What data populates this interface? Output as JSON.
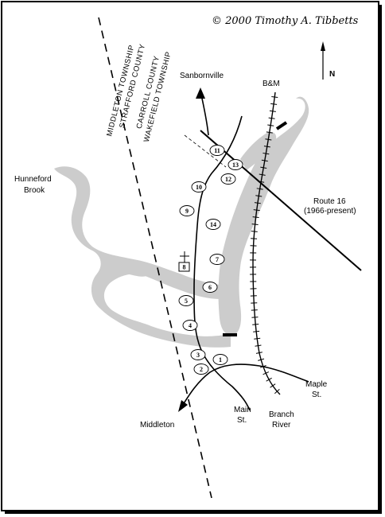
{
  "copyright": "© 2000 Timothy A. Tibbetts",
  "north_label": "N",
  "county_lines": {
    "left_line_1": "MIDDLETON TOWNSHIP",
    "left_line_2": "STRAFFORD COUNTY",
    "right_line_1": "CARROLL COUNTY",
    "right_line_2": "WAKEFIELD TOWNSHIP"
  },
  "places": {
    "sanbornville": "Sanbornville",
    "railroad": "B&M",
    "hunneford_1": "Hunneford",
    "hunneford_2": "Brook",
    "route16_1": "Route 16",
    "route16_2": "(1966-present)",
    "maple_1": "Maple",
    "maple_2": "St.",
    "main_1": "Main",
    "main_2": "St.",
    "branch_1": "Branch",
    "branch_2": "River",
    "middleton": "Middleton"
  },
  "sites": [
    "1",
    "2",
    "3",
    "4",
    "5",
    "6",
    "7",
    "8",
    "9",
    "10",
    "11",
    "12",
    "13",
    "14"
  ],
  "colors": {
    "water": "#cccccc",
    "line": "#000000",
    "frame": "#000000"
  }
}
